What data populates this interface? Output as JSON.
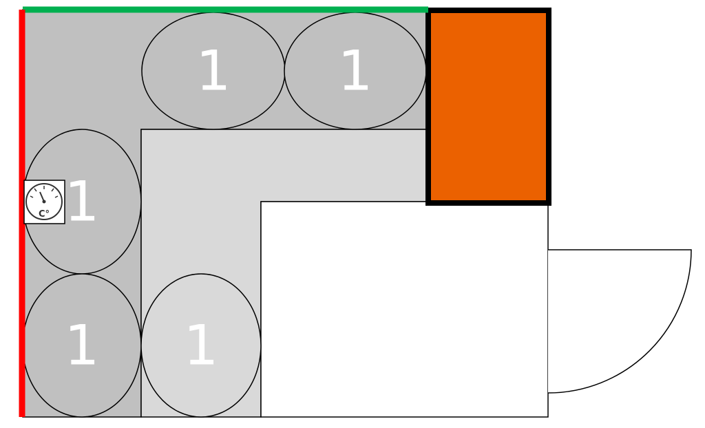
{
  "colors": {
    "outer_zone": "#c0c0c0",
    "inner_zone": "#d9d9d9",
    "wall_top": "#00b050",
    "wall_left": "#ff0000",
    "heater_fill": "#eb6100",
    "heater_border": "#000000"
  },
  "seats": [
    {
      "label": "1"
    },
    {
      "label": "1"
    },
    {
      "label": "1"
    },
    {
      "label": "1"
    },
    {
      "label": "1"
    }
  ],
  "thermometer": {
    "icon": "thermometer-gauge-icon",
    "unit": "C°"
  },
  "heater": {
    "icon": "heater-stove"
  },
  "door": {
    "icon": "door-swing"
  }
}
